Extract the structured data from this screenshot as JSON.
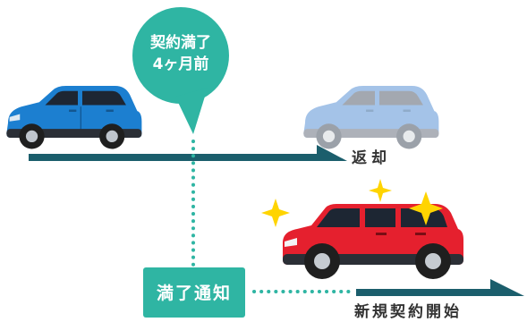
{
  "colors": {
    "accent_teal": "#2fb5a3",
    "arrow": "#1b5e6c",
    "dot_line": "#2fb5a3",
    "current_car": "#1c7fd0",
    "returned_car": "#8fb9e8",
    "new_car": "#e5202e",
    "sparkle": "#ffd400",
    "label_text": "#333333"
  },
  "icons": [
    "blue-hatchback-icon",
    "faded-hatchback-icon",
    "red-suv-icon",
    "sparkle-icon"
  ],
  "bubble": {
    "line1": "契約満了",
    "line2": "4ヶ月前"
  },
  "notice": {
    "label": "満了通知"
  },
  "timeline_top": {
    "end_label": "返却"
  },
  "timeline_bottom": {
    "end_label": "新規契約開始"
  }
}
